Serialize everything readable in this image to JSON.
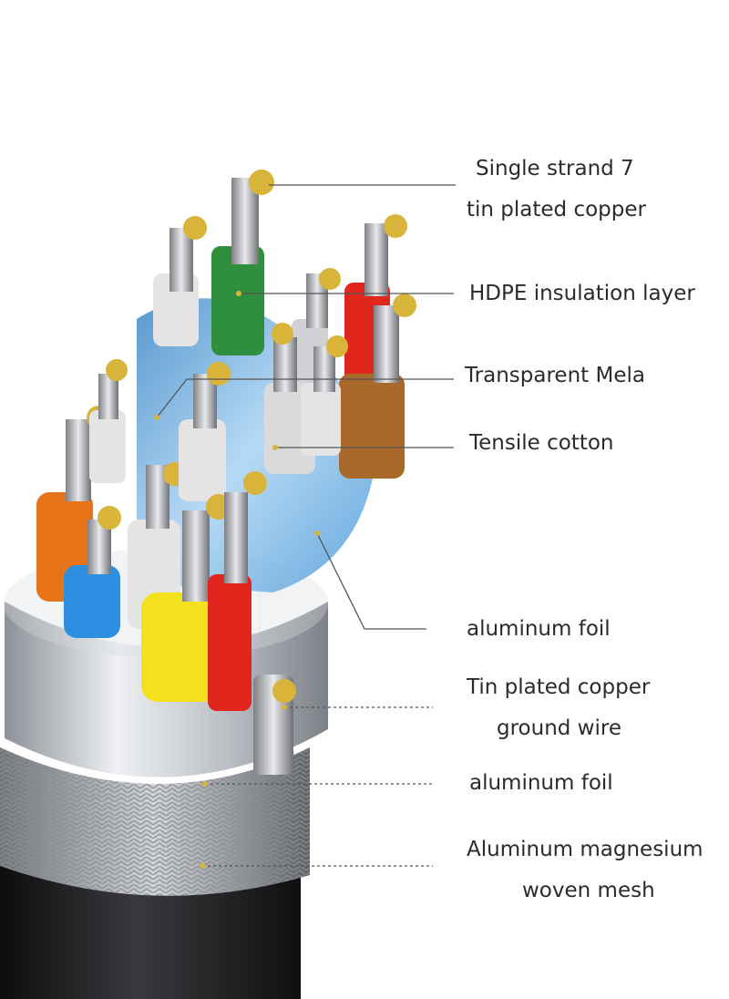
{
  "labels": {
    "single_strand_line1": "Single strand 7",
    "single_strand_line2": "tin plated copper",
    "hdpe": "HDPE insulation layer",
    "mela": "Transparent Mela",
    "tensile": "Tensile cotton",
    "foil_inner": "aluminum foil",
    "ground_line1": "Tin plated copper",
    "ground_line2": "ground wire",
    "foil_outer": "aluminum foil",
    "mesh_line1": "Aluminum magnesium",
    "mesh_line2": "woven mesh"
  },
  "colors": {
    "copper": "#d8b53a",
    "strand": "#9a9ca0",
    "green": "#2f8f3e",
    "red": "#e0261d",
    "orange": "#e8741a",
    "blue": "#2d8fe0",
    "yellow": "#f2e11c",
    "brown": "#a8692a",
    "white": "#e4e4e4",
    "shield": "#5aa9e6",
    "foil": "#c9cdd3",
    "jacket": "#1e1e20",
    "text": "#2b2b2b"
  }
}
